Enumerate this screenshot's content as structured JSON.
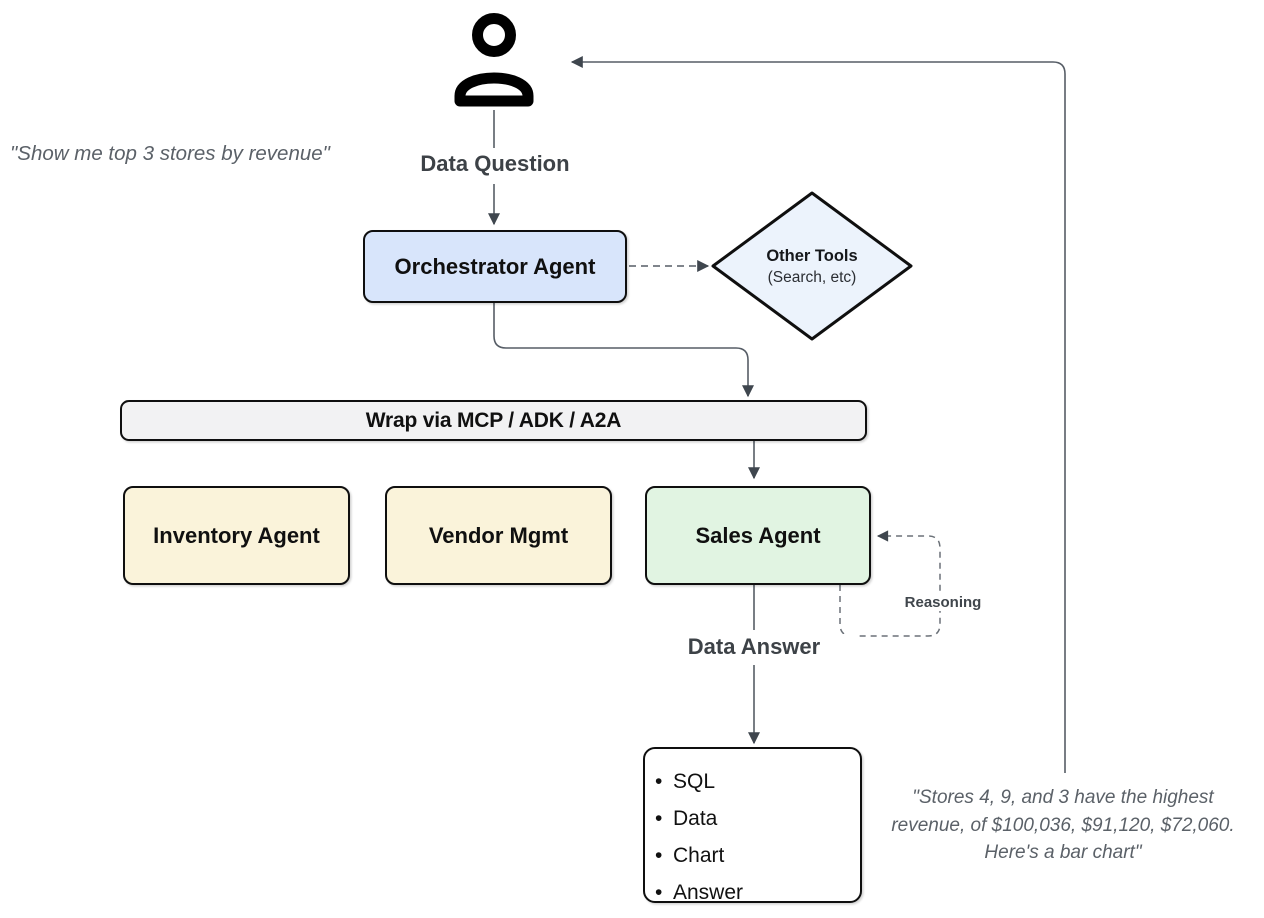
{
  "quotes": {
    "request": "\"Show me top 3 stores by revenue\"",
    "response_lines": [
      "\"Stores 4, 9, and 3 have the highest",
      "revenue, of $100,036, $91,120, $72,060.",
      "Here's a bar chart\""
    ]
  },
  "labels": {
    "data_question": "Data Question",
    "data_answer": "Data Answer",
    "reasoning": "Reasoning"
  },
  "nodes": {
    "orchestrator": {
      "label": "Orchestrator Agent",
      "fill": "#d8e5fb"
    },
    "other_tools": {
      "title": "Other Tools",
      "subtitle": "(Search, etc)",
      "fill": "#ecf3fc"
    },
    "wrap_bar": {
      "label": "Wrap via MCP / ADK / A2A",
      "fill": "#f2f2f3"
    },
    "agents": [
      {
        "label": "Inventory Agent",
        "fill": "#faf3da"
      },
      {
        "label": "Vendor Mgmt",
        "fill": "#faf3da"
      },
      {
        "label": "Sales Agent",
        "fill": "#e1f4e2"
      }
    ],
    "output": {
      "items": [
        "SQL",
        "Data",
        "Chart",
        "Answer"
      ]
    }
  },
  "colors": {
    "connector_line": "#565d66",
    "arrowhead": "#3f464e",
    "node_border": "#0f0f0f",
    "quote_text": "#5b6168",
    "flow_label_text": "#3d4247",
    "person_icon": "#000000"
  }
}
